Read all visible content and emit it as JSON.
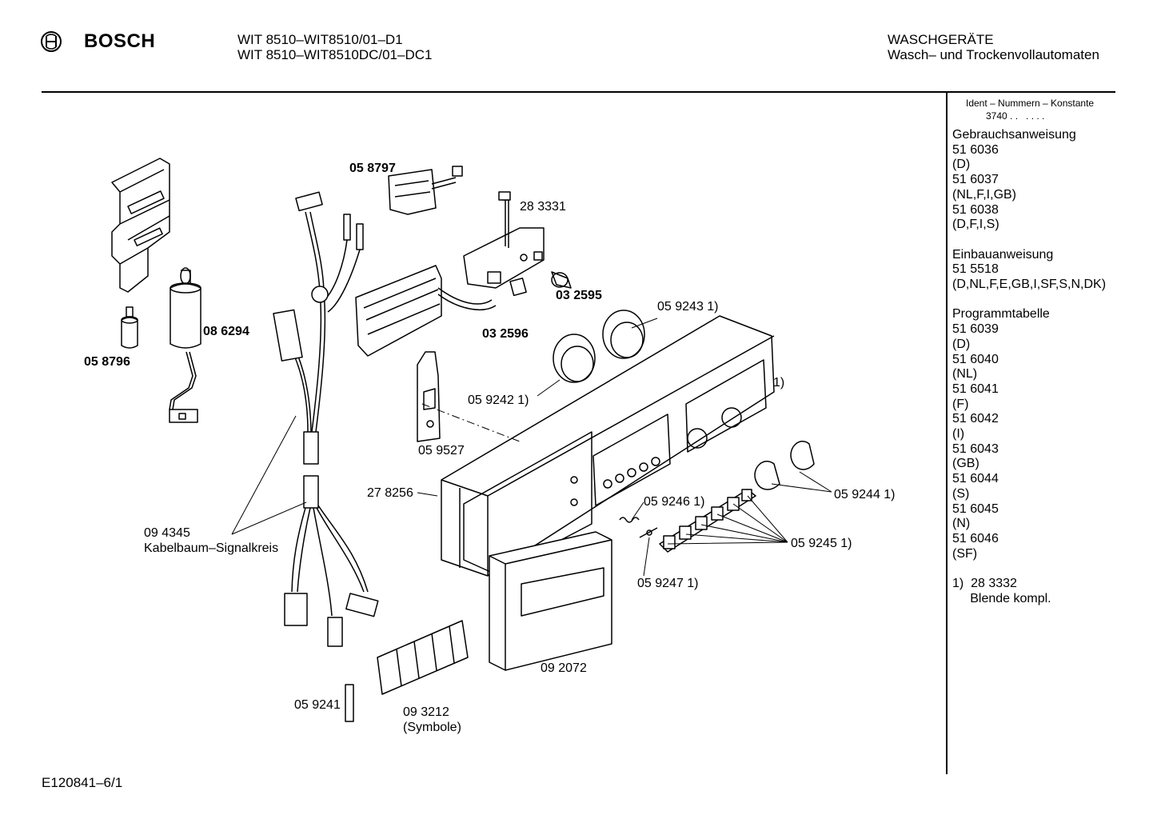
{
  "header": {
    "brand": "BOSCH",
    "model_line_1": "WIT 8510–WIT8510/01–D1",
    "model_line_2": "WIT 8510–WIT8510DC/01–DC1",
    "category": "WASCHGERÄTE",
    "subcategory": "Wasch– und Trockenvollautomaten"
  },
  "sidebar": {
    "ident_label": "Ident – Nummern – Konstante",
    "ident_value": "3740 . .   . . . .",
    "lines": [
      "Gebrauchsanweisung",
      "51 6036",
      "(D)",
      "51 6037",
      "(NL,F,I,GB)",
      "51 6038",
      "(D,F,I,S)",
      "",
      "Einbauanweisung",
      "51 5518",
      "(D,NL,F,E,GB,I,SF,S,N,DK)",
      "",
      "Programmtabelle",
      "51 6039",
      "(D)",
      "51 6040",
      "(NL)",
      "51 6041",
      "(F)",
      "51 6042",
      "(I)",
      "51 6043",
      "(GB)",
      "51 6044",
      "(S)",
      "51 6045",
      "(N)",
      "51 6046",
      "(SF)",
      "",
      "1)  28 3332",
      "     Blende kompl."
    ]
  },
  "parts": {
    "p058797": "05 8797",
    "p283331": "28 3331",
    "p032595": "03 2595",
    "p032596": "03 2596",
    "p086294": "08 6294",
    "p058796": "05 8796",
    "p059243": "05 9243 1)",
    "p059242": "05 9242 1)",
    "p059527": "05 9527",
    "p1": "1)",
    "p278256": "27 8256",
    "p059246": "05 9246 1)",
    "p059244": "05 9244 1)",
    "p059245": "05 9245 1)",
    "p059247": "05 9247 1)",
    "p094345": "09 4345",
    "kabel": "Kabelbaum–Signalkreis",
    "p092072": "09 2072",
    "p059241": "05 9241",
    "p093212": "09 3212",
    "symbole": "(Symbole)"
  },
  "footer": {
    "code": "E120841–6/1"
  }
}
